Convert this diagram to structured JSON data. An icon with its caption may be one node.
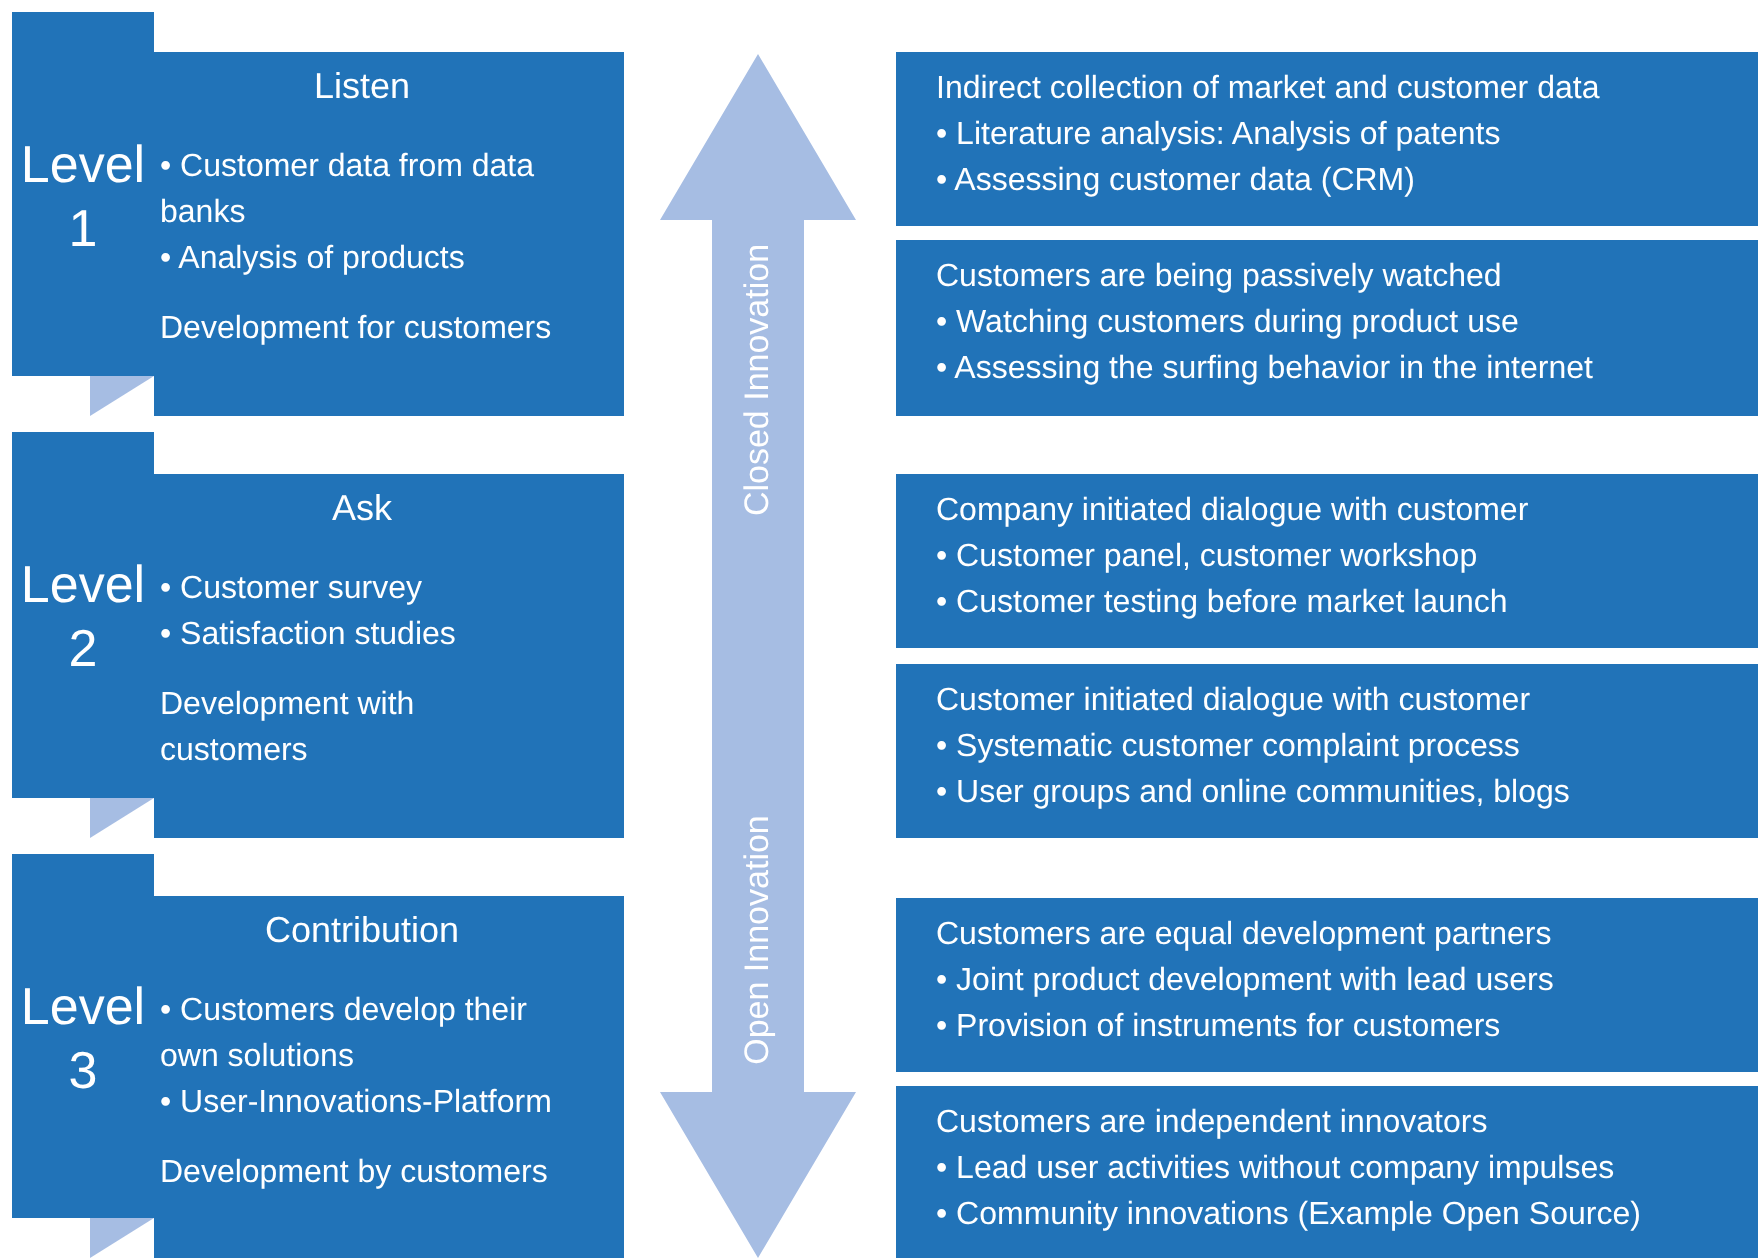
{
  "diagram": {
    "nodes": [
      {
        "text": [
          "Level 1"
        ]
      },
      {
        "text": [
          "Listen",
          "• Customer data from data banks",
          "• Analysis of products",
          "Development for customers"
        ]
      },
      {
        "text": [
          "Level 2"
        ]
      },
      {
        "text": [
          "Ask",
          "• Customer survey",
          "• Satisfaction studies",
          "Development with customers"
        ]
      },
      {
        "text": [
          "Level 3"
        ]
      },
      {
        "text": [
          "Contribution",
          "• Customers develop their own solutions",
          "• User-Innovations-Platform",
          "Development by customers"
        ]
      },
      {
        "text": [
          "Closed Innovation",
          "Open Innovation"
        ]
      },
      {
        "text": [
          "Indirect collection of market and customer data",
          "• Literature analysis: Analysis of patents",
          "• Assessing customer data (CRM)"
        ]
      },
      {
        "text": [
          "Customers are being passively watched",
          "• Watching customers during product use",
          "• Assessing the surfing behavior in the internet"
        ]
      },
      {
        "text": [
          "Company initiated dialogue with customer",
          "• Customer panel, customer workshop",
          "• Customer testing before market launch"
        ]
      },
      {
        "text": [
          "Customer initiated dialogue with customer",
          "• Systematic customer complaint process",
          "• User groups and online communities, blogs"
        ]
      },
      {
        "text": [
          "Customers are equal development partners",
          "• Joint product development with lead users",
          "• Provision of instruments for customers"
        ]
      },
      {
        "text": [
          "Customers are independent innovators",
          "• Lead user activities without company impulses",
          "• Community innovations (Example Open Source)"
        ]
      }
    ]
  }
}
